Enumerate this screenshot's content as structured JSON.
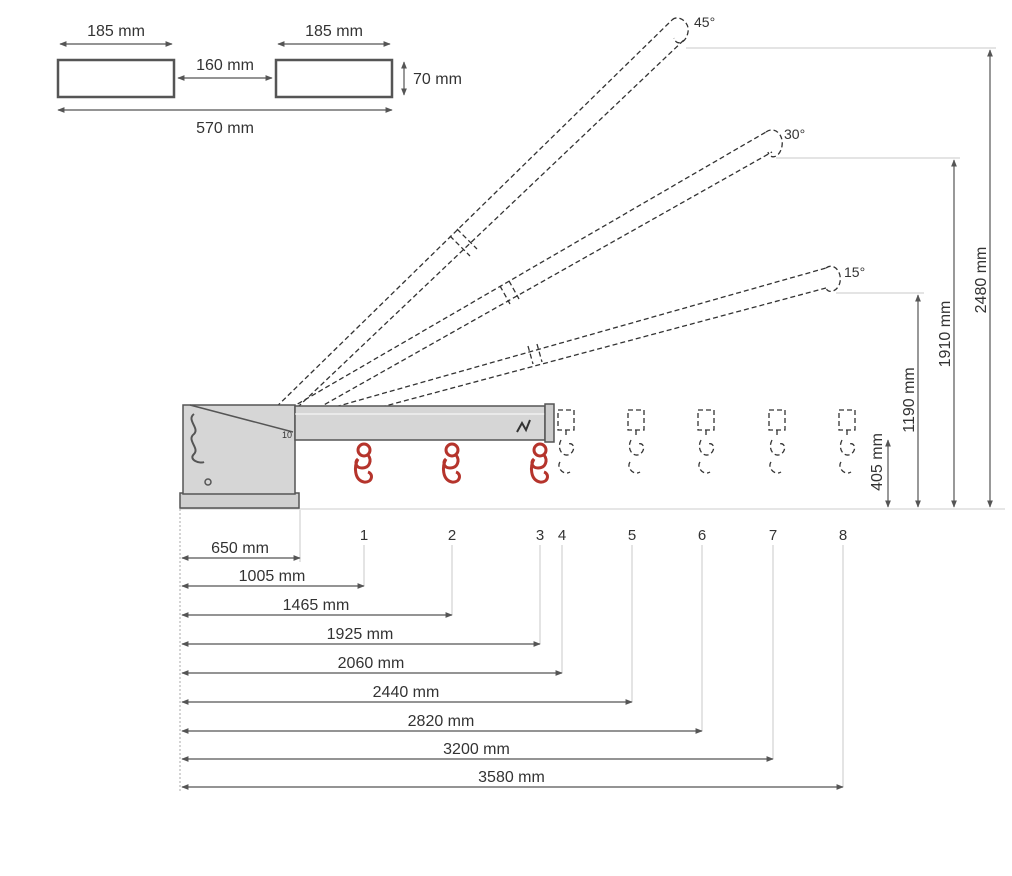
{
  "cross_section": {
    "left_width": "185 mm",
    "right_width": "185 mm",
    "gap": "160 mm",
    "height": "70 mm",
    "total_width": "570 mm"
  },
  "angles": [
    "45°",
    "30°",
    "15°"
  ],
  "heights": [
    "2480 mm",
    "1910 mm",
    "1190 mm",
    "405 mm"
  ],
  "positions": [
    "1",
    "2",
    "3",
    "4",
    "5",
    "6",
    "7",
    "8"
  ],
  "distances": [
    "650 mm",
    "1005 mm",
    "1465 mm",
    "1925 mm",
    "2060 mm",
    "2440 mm",
    "2820 mm",
    "3200 mm",
    "3580 mm"
  ],
  "colors": {
    "hook": "#b5342c",
    "body": "#d6d6d6",
    "line": "#333333"
  }
}
